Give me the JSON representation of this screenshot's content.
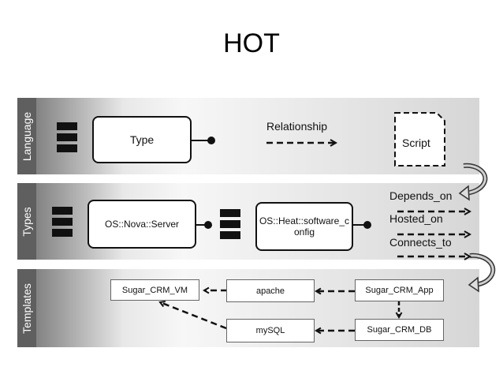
{
  "title": "HOT",
  "bands": {
    "language": "Language",
    "types": "Types",
    "templates": "Templates"
  },
  "language": {
    "type_label": "Type",
    "relationship_label": "Relationship",
    "script_label": "Script"
  },
  "types": {
    "server_label": "OS::Nova::Server",
    "software_config_label": "OS::Heat::software_c\nonfig",
    "relations": [
      "Depends_on",
      "Hosted_on",
      "Connects_to"
    ]
  },
  "templates": {
    "sugar_crm_vm": "Sugar_CRM_VM",
    "apache": "apache",
    "sugar_crm_app": "Sugar_CRM_App",
    "mysql": "mySQL",
    "sugar_crm_db": "Sugar_CRM_DB"
  }
}
